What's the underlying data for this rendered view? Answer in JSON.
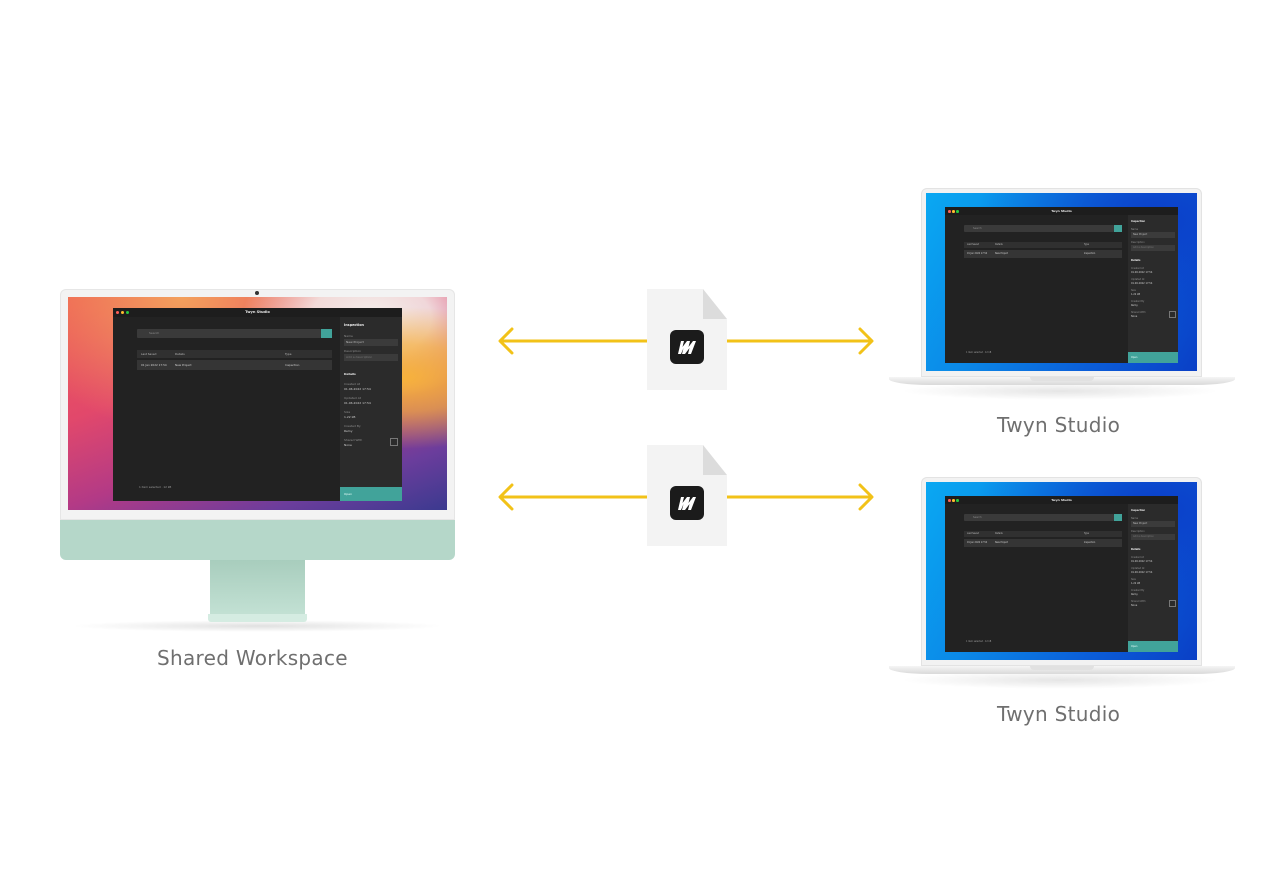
{
  "captions": {
    "imac": "Shared Workspace",
    "laptop_top": "Twyn Studio",
    "laptop_bottom": "Twyn Studio"
  },
  "app": {
    "title": "Twyn Studio",
    "search_placeholder": "Search",
    "columns": [
      "Last Saved",
      "Details",
      "Type"
    ],
    "row": {
      "last_saved": "01 Jan 2022 17:54",
      "details": "New Project",
      "type": "Inspection"
    },
    "panel": {
      "heading": "Inspection",
      "name_label": "Name",
      "name_value": "New Project",
      "description_label": "Description",
      "description_placeholder": "Add a description",
      "details_heading": "Details",
      "created_label": "Created At",
      "created_value": "01.06.2022 17:54",
      "updated_label": "Updated At",
      "updated_value": "01.06.2022 17:54",
      "size_label": "Size",
      "size_value": "1.22 kB",
      "owner_label": "Created By",
      "owner_value": "Remy",
      "shared_label": "Shared With",
      "shared_value": "None",
      "footer_button": "Open"
    },
    "status": "1 item selected · 12 kB"
  },
  "colors": {
    "arrow": "#f2c218",
    "accent": "#41a39a",
    "imac_chin": "#b5d7c9",
    "caption": "#6f6f6f"
  },
  "icons": {
    "file": "twyn-file-icon",
    "logo": "twyn-logo-icon"
  }
}
